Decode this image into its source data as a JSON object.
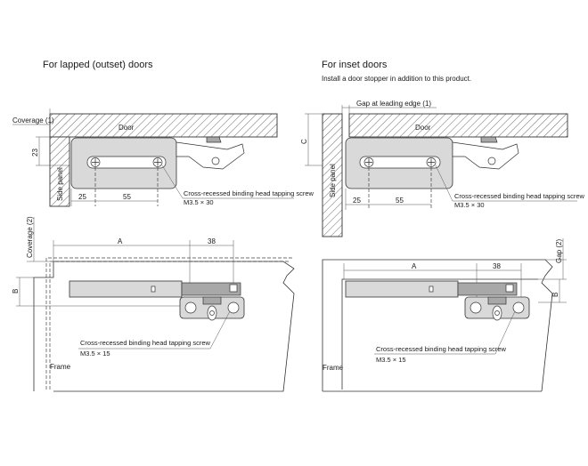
{
  "left": {
    "title": "For lapped (outset) doors",
    "top_view": {
      "coverage_label": "Coverage (1)",
      "door_label": "Door",
      "dim_23": "23",
      "side_panel_label": "Side panel",
      "dim_25": "25",
      "dim_55": "55",
      "screw_label": "Cross-recessed binding head tapping screw",
      "screw_size": "M3.5 × 30"
    },
    "front_view": {
      "coverage_label": "Coverage (2)",
      "dim_a": "A",
      "dim_38": "38",
      "dim_b": "B",
      "screw_label": "Cross-recessed binding head tapping screw",
      "screw_size": "M3.5 × 15",
      "frame_label": "Frame"
    }
  },
  "right": {
    "title": "For inset doors",
    "note": "Install a door stopper in addition to this product.",
    "top_view": {
      "gap_label": "Gap at leading edge (1)",
      "door_label": "Door",
      "dim_c": "C",
      "side_panel_label": "Side panel",
      "dim_25": "25",
      "dim_55": "55",
      "screw_label": "Cross-recessed binding head tapping screw",
      "screw_size": "M3.5 × 30"
    },
    "front_view": {
      "gap_label": "Gap (2)",
      "dim_a": "A",
      "dim_38": "38",
      "dim_b": "B",
      "screw_label": "Cross-recessed binding head tapping screw",
      "screw_size": "M3.5 × 15",
      "frame_label": "Frame"
    }
  }
}
